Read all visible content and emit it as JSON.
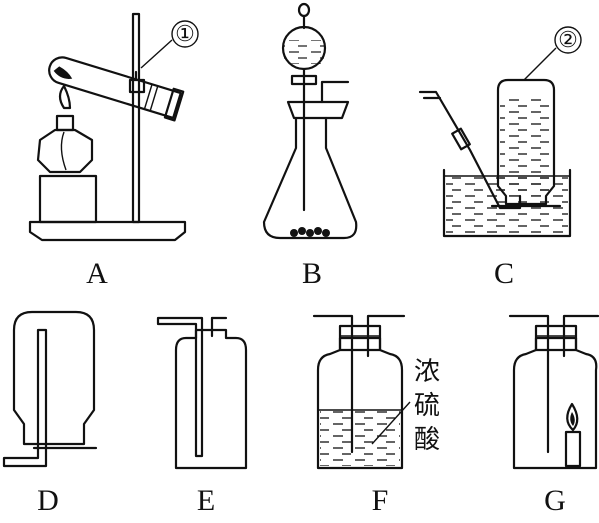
{
  "labels": {
    "A": "A",
    "B": "B",
    "C": "C",
    "D": "D",
    "E": "E",
    "F": "F",
    "G": "G"
  },
  "markers": {
    "m1": "①",
    "m2": "②"
  },
  "annotation": {
    "c1": "浓",
    "c2": "硫",
    "c3": "酸"
  }
}
